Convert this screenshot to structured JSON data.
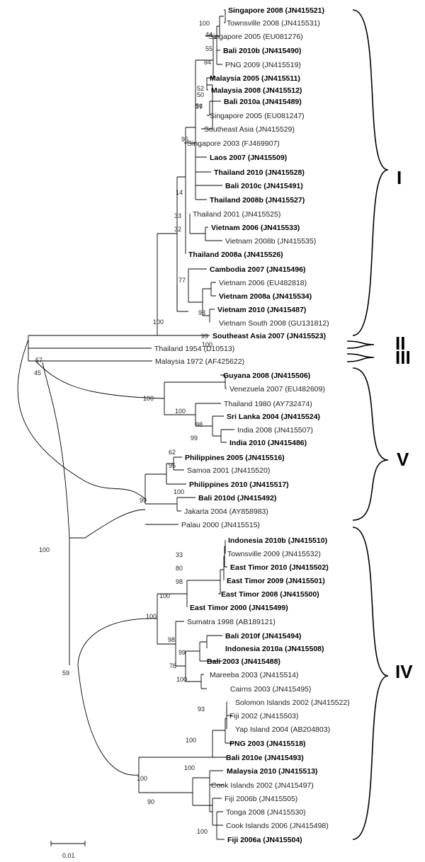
{
  "tree": {
    "leaves": [
      {
        "label": "Singapore 2008 (JN415521)",
        "bold": true
      },
      {
        "label": "Townsville 2008 (JN415531)",
        "bold": false
      },
      {
        "label": "Singapore 2005 (EU081276)",
        "bold": false
      },
      {
        "label": "Bali 2010b (JN415490)",
        "bold": true
      },
      {
        "label": "PNG 2009 (JN415519)",
        "bold": false
      },
      {
        "label": "Malaysia 2005 (JN415511)",
        "bold": true
      },
      {
        "label": "Malaysia 2008 (JN415512)",
        "bold": true
      },
      {
        "label": "Bali 2010a (JN415489)",
        "bold": true
      },
      {
        "label": "Singapore 2005 (EU081247)",
        "bold": false
      },
      {
        "label": "Southeast Asia (JN415529)",
        "bold": false
      },
      {
        "label": "Singapore 2003 (FJ469907)",
        "bold": false
      },
      {
        "label": "Laos 2007 (JN415509)",
        "bold": true
      },
      {
        "label": "Thailand 2010 (JN415528)",
        "bold": true
      },
      {
        "label": "Bali 2010c (JN415491)",
        "bold": true
      },
      {
        "label": "Thailand 2008b (JN415527)",
        "bold": true
      },
      {
        "label": "Thailand 2001 (JN415525)",
        "bold": false
      },
      {
        "label": "Vietnam 2006 (JN415533)",
        "bold": true
      },
      {
        "label": "Vietnam 2008b (JN415535)",
        "bold": false
      },
      {
        "label": "Thailand 2008a (JN415526)",
        "bold": true
      },
      {
        "label": "Cambodia 2007 (JN415496)",
        "bold": true
      },
      {
        "label": "Vietnam 2006 (EU482818)",
        "bold": false
      },
      {
        "label": "Vietnam 2008a (JN415534)",
        "bold": true
      },
      {
        "label": "Vietnam 2010 (JN415487)",
        "bold": true
      },
      {
        "label": "Vietnam South 2008 (GU131812)",
        "bold": false
      },
      {
        "label": "Southeast Asia 2007 (JN415523)",
        "bold": true
      },
      {
        "label": "Thailand 1954 (D10513)",
        "bold": false
      },
      {
        "label": "Malaysia 1972 (AF425622)",
        "bold": false
      },
      {
        "label": "Guyana 2008 (JN415506)",
        "bold": true
      },
      {
        "label": "Venezuela 2007 (EU482609)",
        "bold": false
      },
      {
        "label": "Thailand 1980 (AY732474)",
        "bold": false
      },
      {
        "label": "Sri Lanka 2004 (JN415524)",
        "bold": true
      },
      {
        "label": "India 2008 (JN415507)",
        "bold": false
      },
      {
        "label": "India 2010 (JN415486)",
        "bold": true
      },
      {
        "label": "Philippines 2005 (JN415516)",
        "bold": true
      },
      {
        "label": "Samoa 2001 (JN415520)",
        "bold": false
      },
      {
        "label": "Philippines 2010 (JN415517)",
        "bold": true
      },
      {
        "label": "Bali 2010d (JN415492)",
        "bold": true
      },
      {
        "label": "Jakarta 2004 (AY858983)",
        "bold": false
      },
      {
        "label": "Palau 2000 (JN415515)",
        "bold": false
      },
      {
        "label": "Indonesia 2010b (JN415510)",
        "bold": true
      },
      {
        "label": "Townsville 2009 (JN415532)",
        "bold": false
      },
      {
        "label": "East Timor 2010 (JN415502)",
        "bold": true
      },
      {
        "label": "East Timor 2009 (JN415501)",
        "bold": true
      },
      {
        "label": "East Timor 2008 (JN415500)",
        "bold": true
      },
      {
        "label": "East Timor 2000 (JN415499)",
        "bold": true
      },
      {
        "label": "Sumatra 1998 (AB189121)",
        "bold": false
      },
      {
        "label": "Bali 2010f (JN415494)",
        "bold": true
      },
      {
        "label": "Indonesia 2010a (JN415508)",
        "bold": true
      },
      {
        "label": "Bali 2003 (JN415488)",
        "bold": true
      },
      {
        "label": "Mareeba 2003 (JN415514)",
        "bold": false
      },
      {
        "label": "Cairns 2003 (JN415495)",
        "bold": false
      },
      {
        "label": "Solomon Islands 2002 (JN415522)",
        "bold": false
      },
      {
        "label": "Fiji 2002 (JN415503)",
        "bold": false
      },
      {
        "label": "Yap Island 2004 (AB204803)",
        "bold": false
      },
      {
        "label": "PNG 2003 (JN415518)",
        "bold": true
      },
      {
        "label": "Bali 2010e (JN415493)",
        "bold": true
      },
      {
        "label": "Malaysia 2010 (JN415513)",
        "bold": true
      },
      {
        "label": "Cook Islands 2002 (JN415497)",
        "bold": false
      },
      {
        "label": "Fiji 2006b (JN415505)",
        "bold": false
      },
      {
        "label": "Tonga 2008 (JN415530)",
        "bold": false
      },
      {
        "label": "Cook Islands 2006 (JN415498)",
        "bold": false
      },
      {
        "label": "Fiji 2006a (JN415504)",
        "bold": true
      }
    ],
    "bootstrap": [
      "100",
      "44",
      "55",
      "84",
      "52",
      "50",
      "77",
      "56",
      "96",
      "14",
      "33",
      "32",
      "100",
      "77",
      "98",
      "99",
      "100",
      "57",
      "45",
      "100",
      "100",
      "98",
      "99",
      "62",
      "95",
      "99",
      "100",
      "100",
      "33",
      "80",
      "98",
      "100",
      "100",
      "98",
      "99",
      "78",
      "100",
      "59",
      "93",
      "100",
      "100",
      "100",
      "90",
      "100"
    ],
    "groups": [
      "I",
      "II",
      "III",
      "V",
      "IV"
    ],
    "scale": {
      "label": "0.01"
    }
  }
}
